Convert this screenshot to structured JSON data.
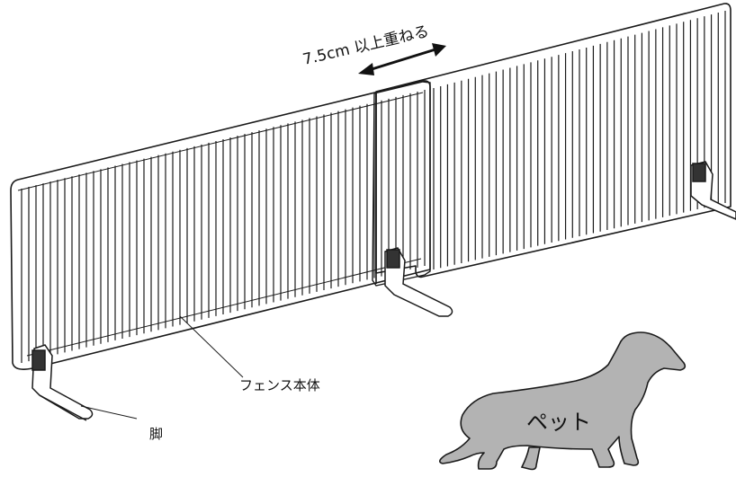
{
  "overlap_label": "7.5cm 以上重ねる",
  "labels": {
    "fence_body": "フェンス本体",
    "leg": "脚",
    "pet": "ペット"
  },
  "colors": {
    "line": "#1a1a1a",
    "pet_fill": "#b3b3b3",
    "background": "#ffffff"
  },
  "icons": {
    "overlap_arrow": "double-headed-arrow",
    "pet_silhouette": "dachshund-silhouette"
  }
}
